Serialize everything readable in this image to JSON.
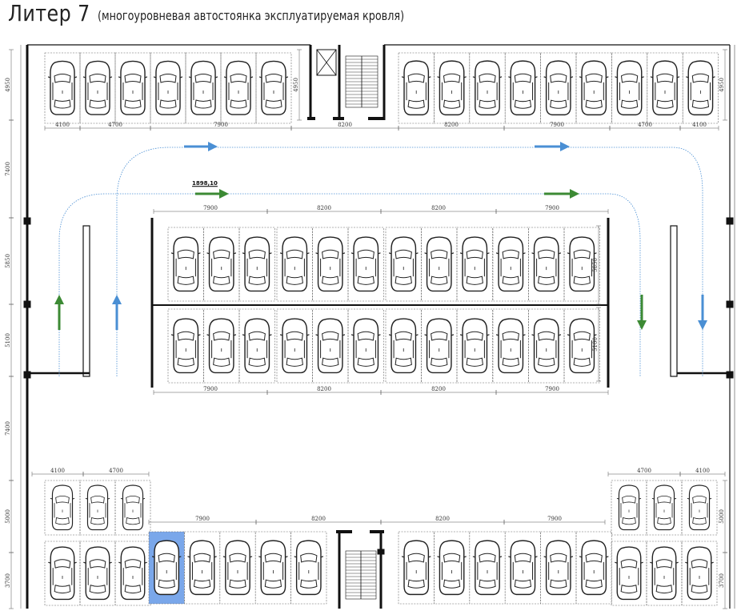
{
  "title": {
    "main": "Литер 7",
    "sub": "(многоуровневая автостоянка эксплуатируемая кровля)"
  },
  "elevation_label": "1898,10",
  "dimensions": {
    "top_left": [
      "4100",
      "4700",
      "7900"
    ],
    "top_stair": "8200",
    "top_right": [
      "8200",
      "7900",
      "4700",
      "4100"
    ],
    "middle": [
      "7900",
      "8200",
      "8200",
      "7900"
    ],
    "bottom_left": [
      "4100",
      "4700"
    ],
    "bottom_mid": [
      "7900",
      "8200",
      "8200",
      "7900"
    ],
    "bottom_right": [
      "4700",
      "4100"
    ],
    "left_side": [
      "4950",
      "7400",
      "5850",
      "5100",
      "7400",
      "5000",
      "3700"
    ],
    "right_side": [
      "4950",
      "5000",
      "3700"
    ],
    "stair_height": "4950",
    "mid_right": [
      "5850",
      "5100"
    ]
  },
  "colors": {
    "blue_arrow": "#4a8fd4",
    "green_arrow": "#3c8a34",
    "highlight": "#7aa7ea",
    "wall": "#111111"
  },
  "highlighted_spot": "bottom-row-spot-4"
}
